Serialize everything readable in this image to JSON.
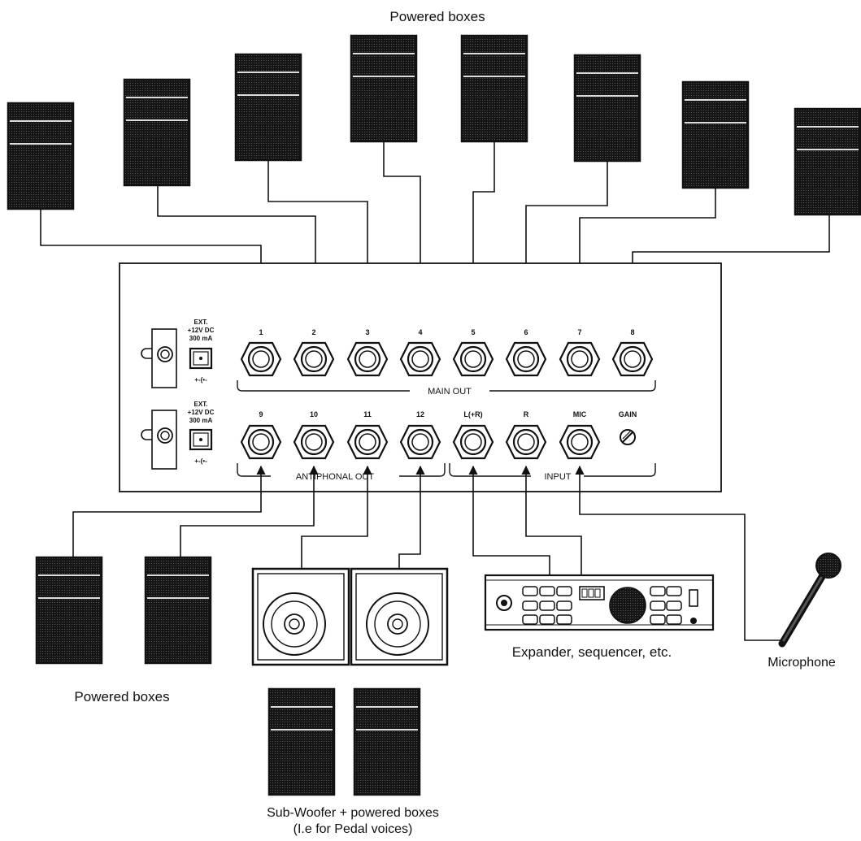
{
  "labels": {
    "top_boxes": "Powered boxes",
    "bottom_left_boxes": "Powered boxes",
    "expander": "Expander, sequencer, etc.",
    "microphone": "Microphone",
    "subwoofer_line1": "Sub-Woofer + powered boxes",
    "subwoofer_line2": "(I.e for Pedal voices)"
  },
  "panel": {
    "main_out_label": "MAIN OUT",
    "antiphonal_out_label": "ANTIPHONAL OUT",
    "input_label": "INPUT",
    "gain_label": "GAIN",
    "power_ext": "EXT.",
    "power_voltage": "+12V DC",
    "power_current": "300 mA",
    "polarity": "+-(•-",
    "main_out_jacks": [
      "1",
      "2",
      "3",
      "4",
      "5",
      "6",
      "7",
      "8"
    ],
    "bottom_jacks": [
      "9",
      "10",
      "11",
      "12",
      "L(+R)",
      "R",
      "MIC"
    ]
  }
}
